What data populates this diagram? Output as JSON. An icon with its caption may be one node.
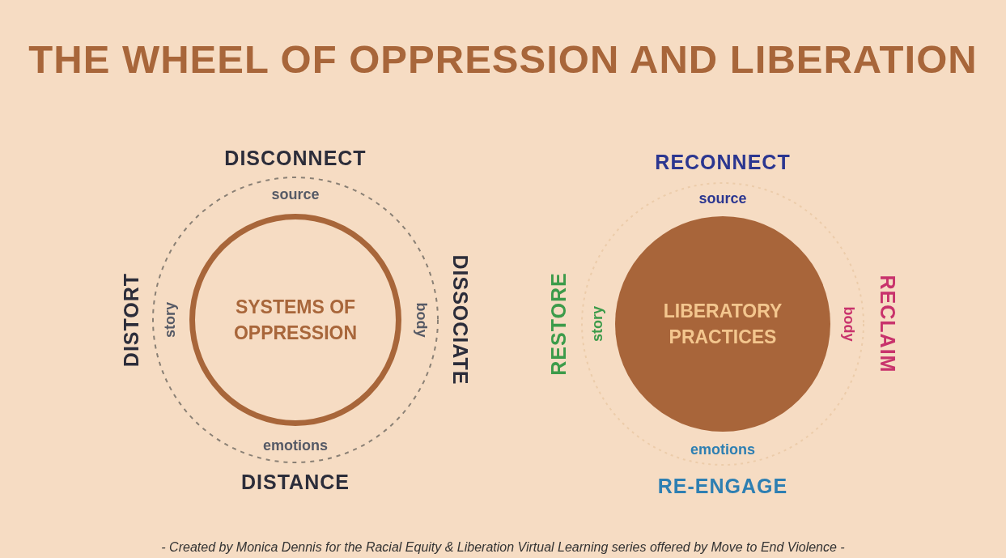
{
  "diagram": {
    "title": "THE WHEEL OF OPPRESSION AND LIBERATION",
    "caption": "- Created by Monica Dennis for the Racial Equity & Liberation Virtual Learning series offered by Move to End Violence -",
    "nodes": [
      {
        "text": [
          "source",
          "body",
          "emotions",
          "story"
        ],
        "beside": [
          "DISCONNECT",
          "DISSOCIATE",
          "DISTANCE",
          "DISTORT"
        ]
      },
      {
        "text": [
          "SYSTEMS OF OPPRESSION"
        ],
        "in": 0
      },
      {
        "text": [
          "source",
          "body",
          "emotions",
          "story"
        ],
        "beside": [
          "RECONNECT",
          "RECLAIM",
          "RE-ENGAGE",
          "RESTORE"
        ]
      },
      {
        "text": [
          "LIBERATORY PRACTICES"
        ],
        "in": 2
      }
    ],
    "edges": []
  }
}
